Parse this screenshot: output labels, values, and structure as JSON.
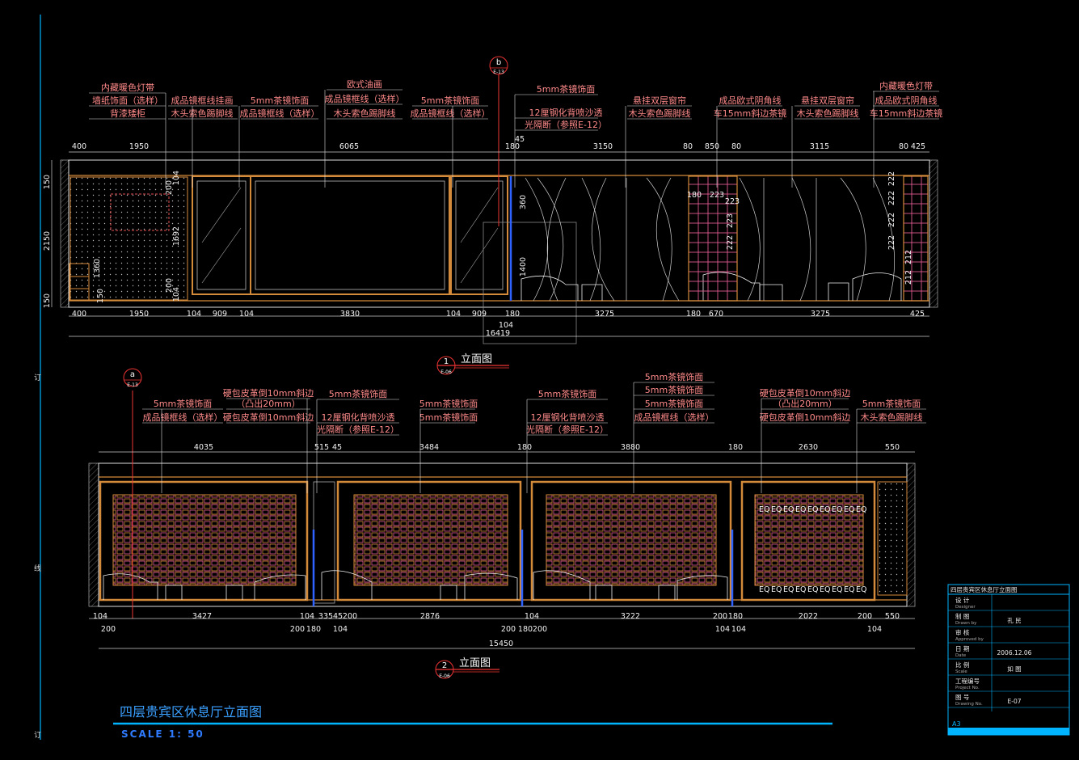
{
  "drawing_title": "四层贵宾区休息厅立面图",
  "scale_label": "SCALE 1: 50",
  "binding_marks": [
    "订",
    "线",
    "订"
  ],
  "elevation1": {
    "view_label": "立面图",
    "view_number": "1",
    "view_sheet": "E-06",
    "section_letter": "b",
    "section_sheet": "E-13",
    "notes": [
      [
        "内藏暖色灯带",
        "墙纸饰面（选样）",
        "背漆矮柜"
      ],
      [
        "成品镜框线挂画",
        "木头索色踢脚线"
      ],
      [
        "5mm茶镜饰面",
        "成品镜框线（选样）"
      ],
      [
        "欧式油画",
        "成品镜框线（选样）",
        "木头索色踢脚线"
      ],
      [
        "5mm茶镜饰面",
        "成品镜框线（选样）"
      ],
      [
        "5mm茶镜饰面",
        "12厘钢化背喷沙透",
        "光隔断（参照E-12）"
      ],
      [
        "悬挂双层窗帘",
        "木头索色踢脚线"
      ],
      [
        "成品欧式阴角线",
        "车15mm斜边茶镜"
      ],
      [
        "悬挂双层窗帘",
        "木头索色踢脚线"
      ],
      [
        "内藏暖色灯带",
        "成品欧式阴角线",
        "车15mm斜边茶镜"
      ]
    ],
    "top_dims": [
      "400",
      "1950",
      "6065",
      "180",
      "45",
      "3150",
      "80",
      "850",
      "80",
      "3115",
      "80",
      "425"
    ],
    "bottom_dims": [
      "400",
      "1950",
      "104",
      "909",
      "104",
      "3830",
      "104",
      "909",
      "180",
      "3275",
      "180",
      "670",
      "3275",
      "425"
    ],
    "sub_dim": "104",
    "total": "16419",
    "left_dims": [
      "150",
      "2150",
      "150"
    ],
    "inner_dims": [
      "104",
      "200",
      "1692",
      "1360",
      "200",
      "104",
      "150",
      "360",
      "1400",
      "180",
      "223",
      "223",
      "223",
      "222",
      "222",
      "222",
      "222",
      "222",
      "212",
      "212"
    ]
  },
  "elevation2": {
    "view_label": "立面图",
    "view_number": "2",
    "view_sheet": "E-06",
    "section_letter": "a",
    "section_sheet": "E-13",
    "notes": [
      [
        "5mm茶镜饰面",
        "成品镜框线（选样）"
      ],
      [
        "硬包皮革倒10mm斜边",
        "（凸出20mm）",
        "硬包皮革倒10mm斜边"
      ],
      [
        "5mm茶镜饰面",
        "12厘钢化背喷沙透",
        "光隔断（参照E-12）"
      ],
      [
        "5mm茶镜饰面",
        "5mm茶镜饰面"
      ],
      [
        "5mm茶镜饰面",
        "12厘钢化背喷沙透",
        "光隔断（参照E-12）"
      ],
      [
        "5mm茶镜饰面",
        "5mm茶镜饰面",
        "5mm茶镜饰面",
        "成品镜框线（选样）"
      ],
      [
        "硬包皮革倒10mm斜边",
        "（凸出20mm）",
        "硬包皮革倒10mm斜边"
      ],
      [
        "5mm茶镜饰面",
        "木头索色踢脚线"
      ]
    ],
    "top_dims": [
      "4035",
      "515",
      "45",
      "3484",
      "180",
      "3880",
      "180",
      "2630",
      "550"
    ],
    "bottom_dims": [
      "104",
      "3427",
      "104",
      "335",
      "45",
      "200",
      "2876",
      "104",
      "3222",
      "200",
      "180",
      "2022",
      "200",
      "550"
    ],
    "bottom_dims2": [
      "200",
      "200",
      "180",
      "104",
      "200",
      "180",
      "200",
      "104",
      "104",
      "104"
    ],
    "total": "15450",
    "tile_code": "EQ"
  },
  "title_block": {
    "title": "四层贵宾区休息厅立面图",
    "rows": [
      {
        "label": "设 计",
        "sub": "Designer",
        "value": ""
      },
      {
        "label": "制 图",
        "sub": "Drawn by",
        "value": "孔 民"
      },
      {
        "label": "审 核",
        "sub": "Approved by",
        "value": ""
      },
      {
        "label": "日 期",
        "sub": "Date",
        "value": "2006.12.06"
      },
      {
        "label": "比 例",
        "sub": "Scale",
        "value": "如 图"
      },
      {
        "label": "工程编号",
        "sub": "Project No.",
        "value": ""
      },
      {
        "label": "图 号",
        "sub": "Drawing No.",
        "value": "E-07"
      }
    ],
    "sheet_size": "A3"
  },
  "colors": {
    "background": "#000000",
    "annotation": "#ff8a8a",
    "dimension": "#f2f2f2",
    "frame_orange": "#d38a3a",
    "cyan": "#00b4ff",
    "blue": "#2f63ff",
    "magenta": "#e05090"
  }
}
